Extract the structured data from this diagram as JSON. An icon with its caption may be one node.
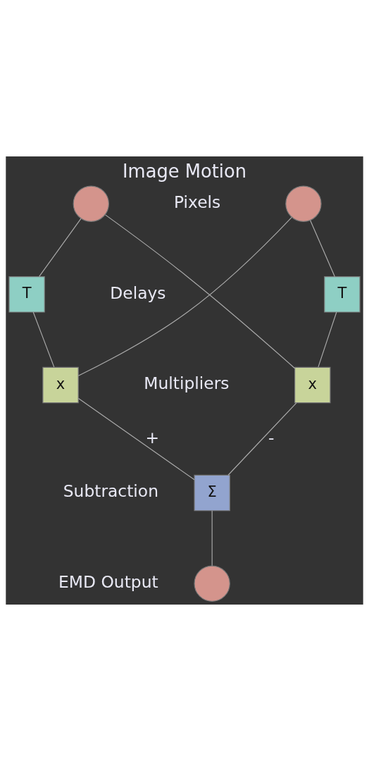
{
  "diagram": {
    "title": "Image Motion",
    "nodes": [
      {
        "text": [],
        "shape": "circle"
      },
      {
        "text": [],
        "shape": "circle"
      },
      {
        "text": [
          "T"
        ]
      },
      {
        "text": [
          "T"
        ]
      },
      {
        "text": [
          "x"
        ]
      },
      {
        "text": [
          "x"
        ]
      },
      {
        "text": [
          "Σ"
        ],
        "beside": [
          "Subtraction"
        ]
      },
      {
        "text": [],
        "shape": "circle",
        "beside": [
          "EMD Output"
        ]
      }
    ],
    "edges": [
      {
        "from": 0,
        "to": 2,
        "arrow": "none"
      },
      {
        "from": 2,
        "to": 4,
        "arrow": "none"
      },
      {
        "from": 1,
        "to": 3,
        "arrow": "none"
      },
      {
        "from": 3,
        "to": 5,
        "arrow": "none"
      },
      {
        "from": 0,
        "to": 5,
        "arrow": "none"
      },
      {
        "from": 1,
        "to": 4,
        "arrow": "none"
      },
      {
        "from": 4,
        "to": 6,
        "arrow": "none",
        "label": "+"
      },
      {
        "from": 5,
        "to": 6,
        "arrow": "none",
        "label": "-"
      },
      {
        "from": 6,
        "to": 7,
        "arrow": "none"
      }
    ],
    "labels": [
      "Pixels",
      "Delays",
      "Multipliers"
    ]
  }
}
